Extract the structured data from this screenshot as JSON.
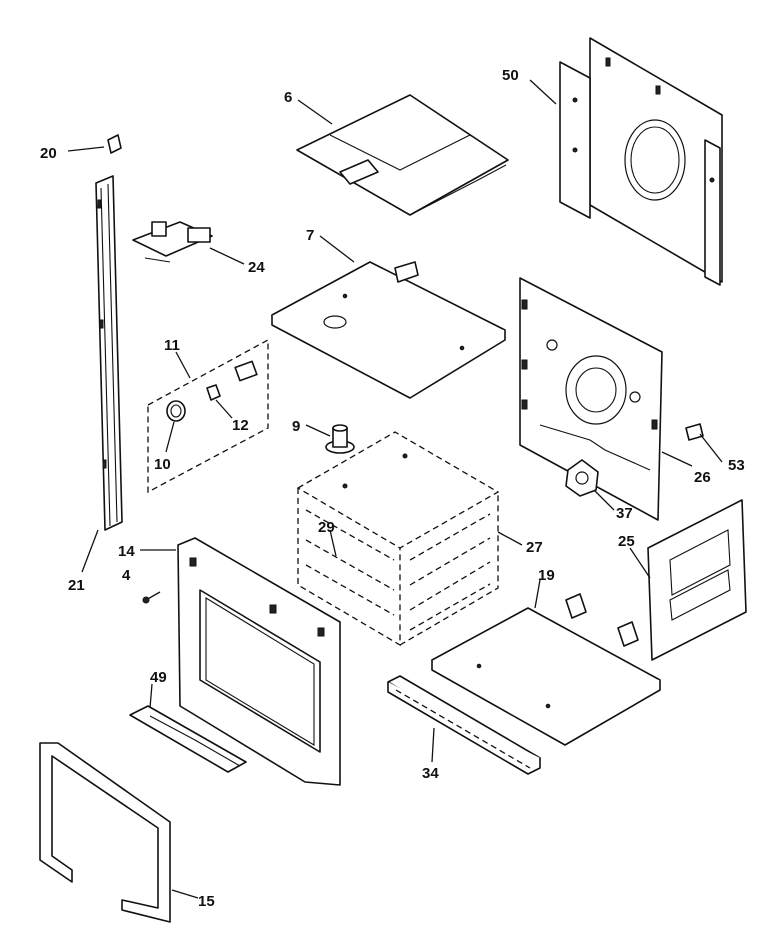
{
  "callouts": {
    "c50": "50",
    "c6": "6",
    "c20": "20",
    "c24": "24",
    "c7": "7",
    "c11": "11",
    "c12": "12",
    "c10": "10",
    "c9": "9",
    "c26": "26",
    "c53": "53",
    "c37": "37",
    "c27": "27",
    "c29": "29",
    "c14": "14",
    "c4": "4",
    "c21": "21",
    "c25": "25",
    "c19": "19",
    "c49": "49",
    "c34": "34",
    "c15": "15"
  }
}
